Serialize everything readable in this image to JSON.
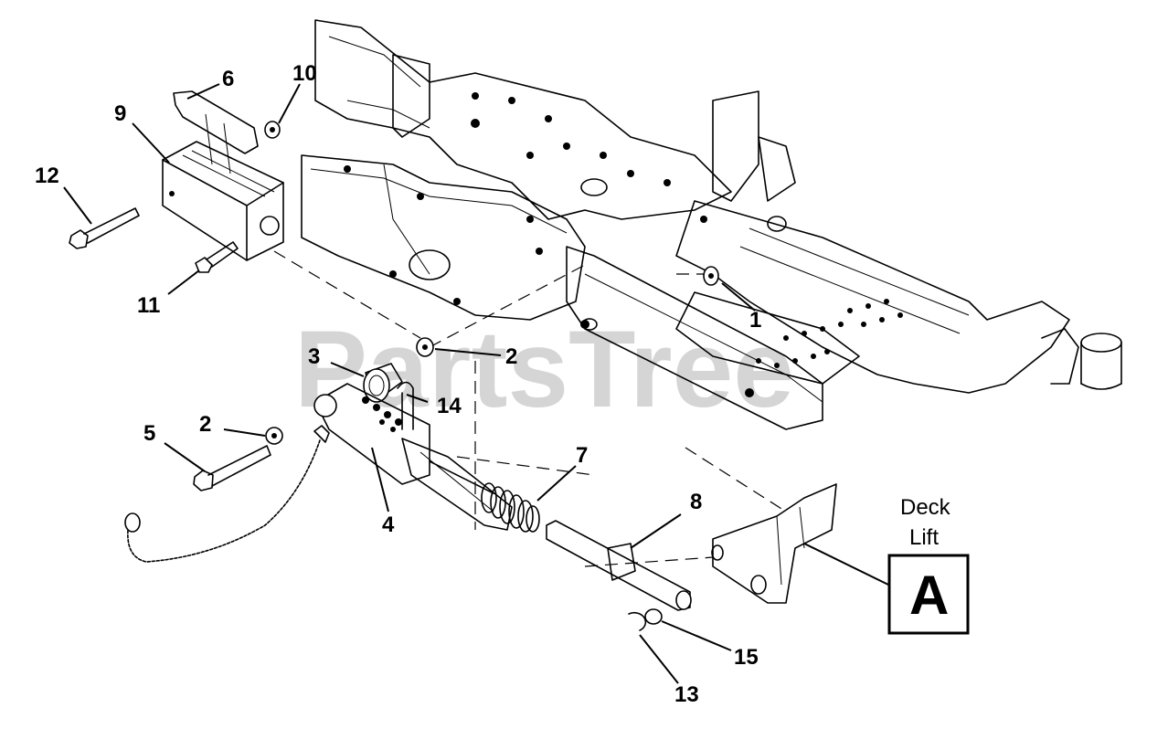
{
  "watermark": "PartsTree",
  "callouts": {
    "c1": "1",
    "c2a": "2",
    "c2b": "2",
    "c3": "3",
    "c4": "4",
    "c5": "5",
    "c6": "6",
    "c7": "7",
    "c8": "8",
    "c9": "9",
    "c10": "10",
    "c11": "11",
    "c12": "12",
    "c13": "13",
    "c14": "14",
    "c15": "15"
  },
  "reference": {
    "caption_line1": "Deck",
    "caption_line2": "Lift",
    "letter": "A"
  }
}
